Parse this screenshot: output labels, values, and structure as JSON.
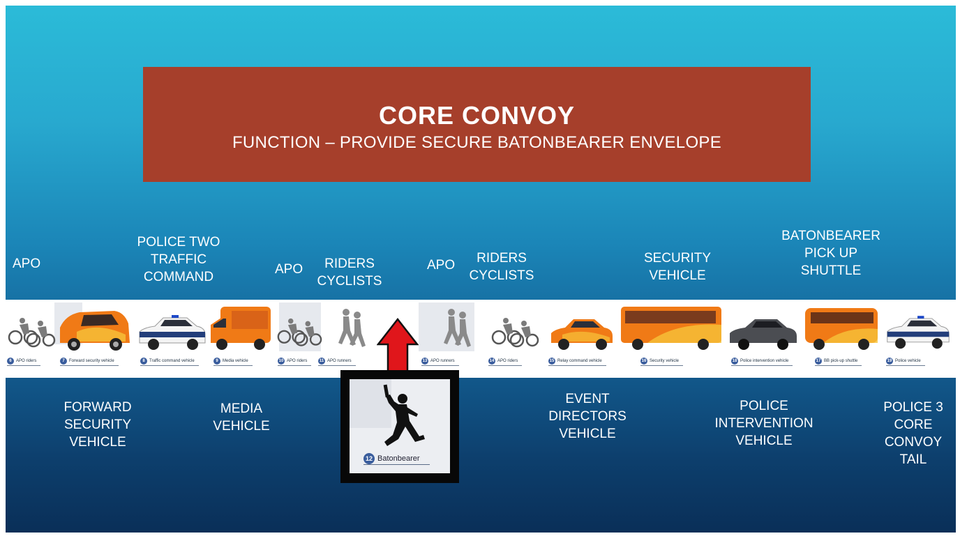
{
  "banner": {
    "title": "CORE CONVOY",
    "subtitle": "FUNCTION – PROVIDE SECURE BATONBEARER ENVELOPE"
  },
  "top_labels": {
    "apo1": "APO",
    "police_two_1": "POLICE TWO",
    "police_two_2": "TRAFFIC",
    "police_two_3": "COMMAND",
    "apo2": "APO",
    "riders1_a": "RIDERS",
    "riders1_b": "CYCLISTS",
    "apo3": "APO",
    "riders2_a": "RIDERS",
    "riders2_b": "CYCLISTS",
    "security_1": "SECURITY",
    "security_2": "VEHICLE",
    "shuttle_1": "BATONBEARER",
    "shuttle_2": "PICK UP",
    "shuttle_3": "SHUTTLE"
  },
  "bottom_labels": {
    "forward_1": "FORWARD",
    "forward_2": "SECURITY",
    "forward_3": "VEHICLE",
    "media_1": "MEDIA",
    "media_2": "VEHICLE",
    "event_1": "EVENT",
    "event_2": "DIRECTORS",
    "event_3": "VEHICLE",
    "pinterv_1": "POLICE",
    "pinterv_2": "INTERVENTION",
    "pinterv_3": "VEHICLE",
    "p3_1": "POLICE 3",
    "p3_2": "CORE",
    "p3_3": "CONVOY",
    "p3_4": "TAIL"
  },
  "strip_items": [
    {
      "num": "6",
      "label": "APO riders",
      "icon": "bicycle-icon"
    },
    {
      "num": "7",
      "label": "Forward security vehicle",
      "icon": "van-icon"
    },
    {
      "num": "8",
      "label": "Traffic command vehicle",
      "icon": "police-car-icon"
    },
    {
      "num": "9",
      "label": "Media vehicle",
      "icon": "media-truck-icon"
    },
    {
      "num": "10",
      "label": "APO riders",
      "icon": "bicycle-icon"
    },
    {
      "num": "11",
      "label": "APO runners",
      "icon": "runner-icon"
    },
    {
      "num": "13",
      "label": "APO runners",
      "icon": "runner-icon"
    },
    {
      "num": "14",
      "label": "APO riders",
      "icon": "bicycle-icon"
    },
    {
      "num": "15",
      "label": "Relay command vehicle",
      "icon": "sedan-icon"
    },
    {
      "num": "16",
      "label": "Security vehicle",
      "icon": "bus-icon"
    },
    {
      "num": "18",
      "label": "Police intervention vehicle",
      "icon": "sedan-icon"
    },
    {
      "num": "17",
      "label": "BB pick-up shuttle",
      "icon": "shuttle-bus-icon"
    },
    {
      "num": "19",
      "label": "Police vehicle",
      "icon": "police-car-icon"
    }
  ],
  "batonbearer": {
    "num": "12",
    "label": "Batonbearer",
    "icon": "torch-runner-icon"
  },
  "arrow": {
    "icon": "arrow-up-icon",
    "color": "#e0161b"
  },
  "colors": {
    "banner": "#a63f2b",
    "vehicle_orange": "#f07a16",
    "badge": "#3a5d9d"
  }
}
